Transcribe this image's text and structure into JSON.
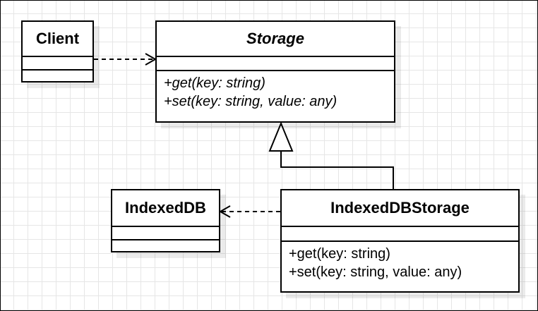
{
  "classes": {
    "client": {
      "name": "Client"
    },
    "storage": {
      "name": "Storage",
      "operations": [
        "+get(key: string)",
        "+set(key: string, value: any)"
      ]
    },
    "indexeddb": {
      "name": "IndexedDB"
    },
    "indexeddb_storage": {
      "name": "IndexedDBStorage",
      "operations": [
        "+get(key: string)",
        "+set(key: string, value: any)"
      ]
    }
  },
  "relations": [
    {
      "type": "dependency",
      "from": "Client",
      "to": "Storage"
    },
    {
      "type": "realization",
      "from": "IndexedDBStorage",
      "to": "Storage"
    },
    {
      "type": "dependency",
      "from": "IndexedDBStorage",
      "to": "IndexedDB"
    }
  ]
}
